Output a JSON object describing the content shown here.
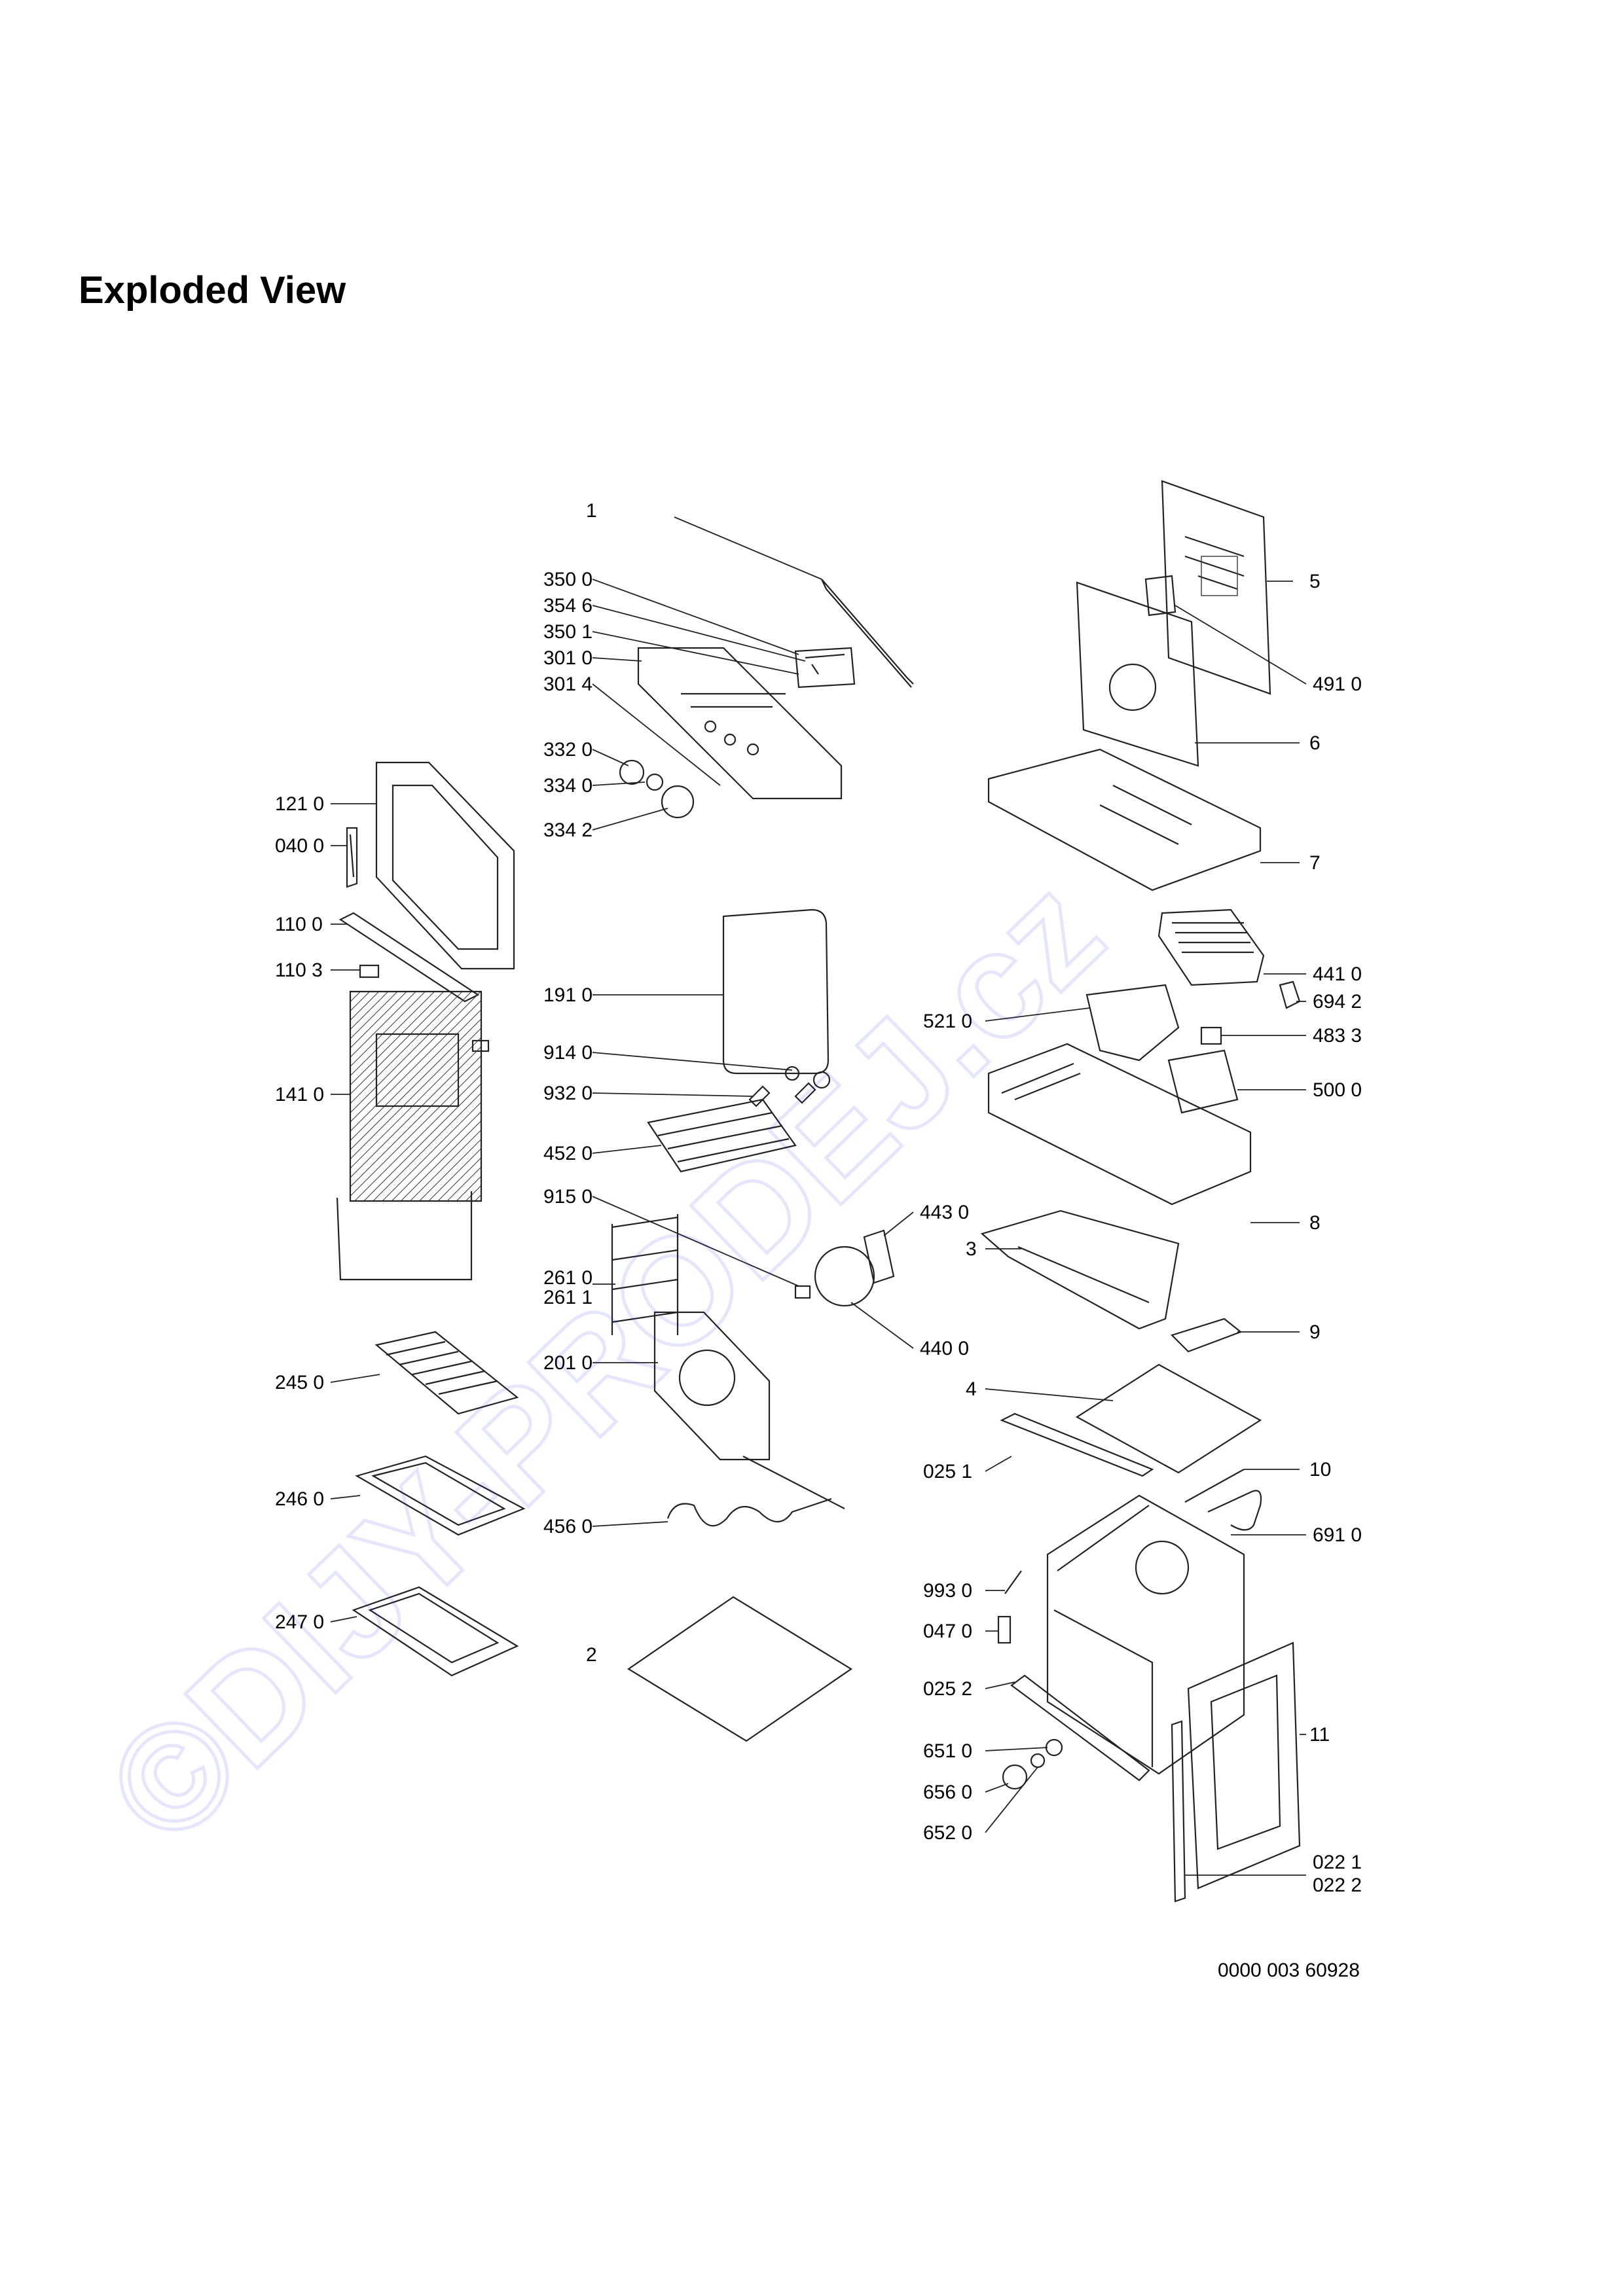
{
  "page": {
    "title": "Exploded View",
    "drawing_number": "0000 003 60928",
    "watermark": "©DIJY-PRODEJ.cz"
  },
  "labels": {
    "l_1": "1",
    "l_3500": "350 0",
    "l_3546": "354 6",
    "l_3501": "350 1",
    "l_3010": "301 0",
    "l_3014": "301 4",
    "l_3320": "332 0",
    "l_3340": "334 0",
    "l_3342": "334 2",
    "l_1210": "121 0",
    "l_0400": "040 0",
    "l_1100": "110 0",
    "l_1103": "110 3",
    "l_1410": "141 0",
    "l_1910": "191 0",
    "l_9140": "914 0",
    "l_9320": "932 0",
    "l_4520": "452 0",
    "l_9150": "915 0",
    "l_2610": "261 0",
    "l_2611": "261 1",
    "l_2010": "201 0",
    "l_2450": "245 0",
    "l_2460": "246 0",
    "l_4560": "456 0",
    "l_2470": "247 0",
    "l_2": "2",
    "l_5": "5",
    "l_4910": "491 0",
    "l_6": "6",
    "l_7": "7",
    "l_4410": "441 0",
    "l_6942": "694 2",
    "l_5210": "521 0",
    "l_4833": "483 3",
    "l_5000": "500 0",
    "l_8": "8",
    "l_4430": "443 0",
    "l_3": "3",
    "l_4400": "440 0",
    "l_9": "9",
    "l_4": "4",
    "l_0251": "025 1",
    "l_10": "10",
    "l_6910": "691 0",
    "l_9930": "993 0",
    "l_0470": "047 0",
    "l_0252": "025 2",
    "l_6510": "651 0",
    "l_6560": "656 0",
    "l_6520": "652 0",
    "l_11": "11",
    "l_0221": "022 1",
    "l_0222": "022 2"
  },
  "colors": {
    "ink": "#222222",
    "watermark": "#2a2adf"
  }
}
